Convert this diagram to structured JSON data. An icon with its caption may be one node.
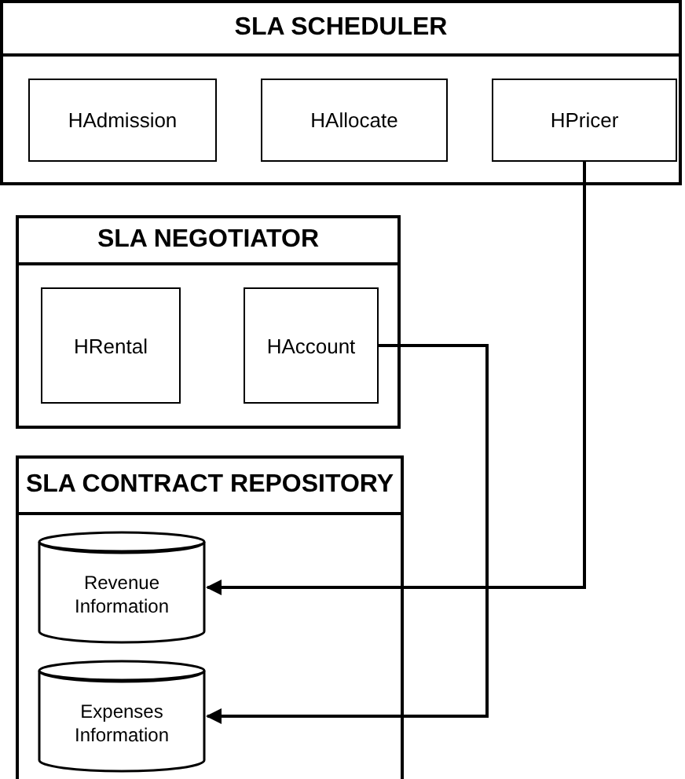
{
  "diagram": {
    "nodes": [
      {
        "text": [
          "SLA SCHEDULER"
        ]
      },
      {
        "text": [
          "HAdmission"
        ],
        "in": 0
      },
      {
        "text": [
          "HAllocate"
        ],
        "in": 0
      },
      {
        "text": [
          "HPricer"
        ],
        "in": 0
      },
      {
        "text": [
          "SLA NEGOTIATOR"
        ]
      },
      {
        "text": [
          "HRental"
        ],
        "in": 4
      },
      {
        "text": [
          "HAccount"
        ],
        "in": 4
      },
      {
        "text": [
          "SLA CONTRACT REPOSITORY"
        ]
      },
      {
        "text": [
          "Revenue Information"
        ],
        "in": 7
      },
      {
        "text": [
          "Expenses Information"
        ],
        "in": 7
      }
    ],
    "edges": [
      {
        "from": 3,
        "to": 8,
        "arrow": "to"
      },
      {
        "from": 6,
        "to": 9,
        "arrow": "to"
      }
    ]
  }
}
